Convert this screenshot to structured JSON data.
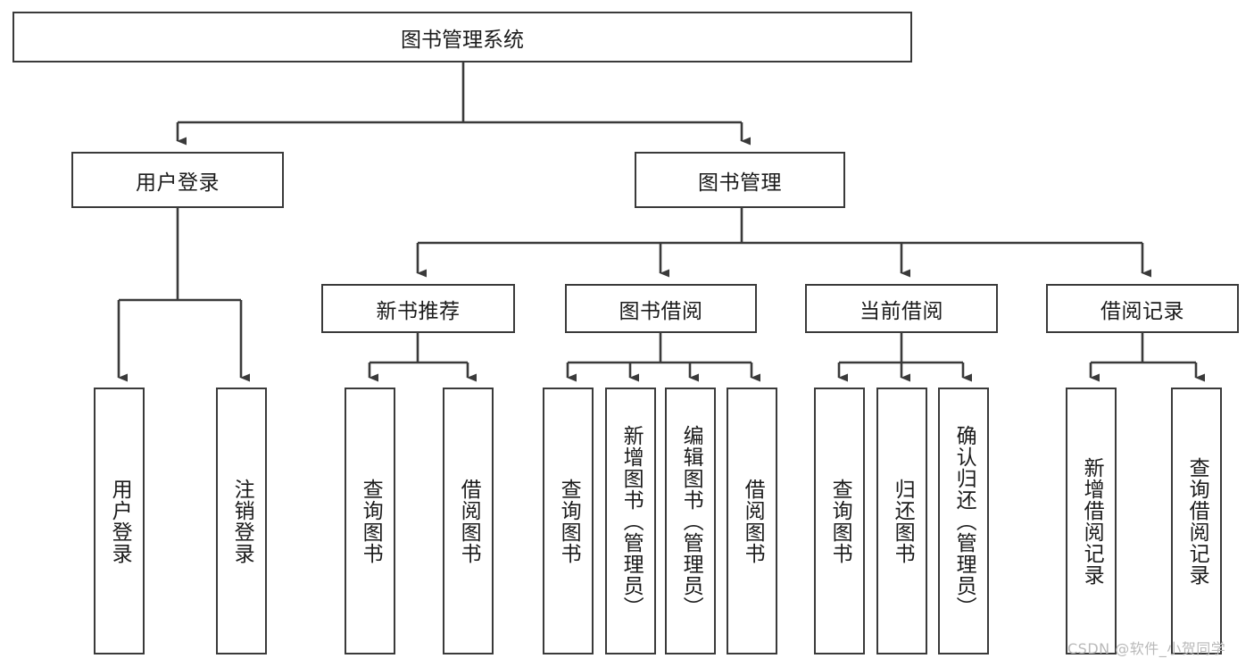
{
  "diagram": {
    "title": "图书管理系统",
    "root": {
      "label": "图书管理系统"
    },
    "level2": [
      {
        "label": "用户登录"
      },
      {
        "label": "图书管理"
      }
    ],
    "level3": [
      {
        "label": "新书推荐"
      },
      {
        "label": "图书借阅"
      },
      {
        "label": "当前借阅"
      },
      {
        "label": "借阅记录"
      }
    ],
    "leaves": {
      "user_login": [
        {
          "label": "用户登录"
        },
        {
          "label": "注销登录"
        }
      ],
      "new_book_recommend": [
        {
          "label": "查询图书"
        },
        {
          "label": "借阅图书"
        }
      ],
      "book_borrow": [
        {
          "label": "查询图书"
        },
        {
          "label": "新增图书（管理员）"
        },
        {
          "label": "编辑图书（管理员）"
        },
        {
          "label": "借阅图书"
        }
      ],
      "current_borrow": [
        {
          "label": "查询图书"
        },
        {
          "label": "归还图书"
        },
        {
          "label": "确认归还（管理员）"
        }
      ],
      "borrow_record": [
        {
          "label": "新增借阅记录"
        },
        {
          "label": "查询借阅记录"
        }
      ]
    },
    "colors": {
      "border": "#3a3a3a",
      "text": "#1b1b1b",
      "background": "#ffffff",
      "watermark": "#b9b9b9"
    }
  },
  "watermark": {
    "text": "CSDN @软件_小贺同学"
  }
}
